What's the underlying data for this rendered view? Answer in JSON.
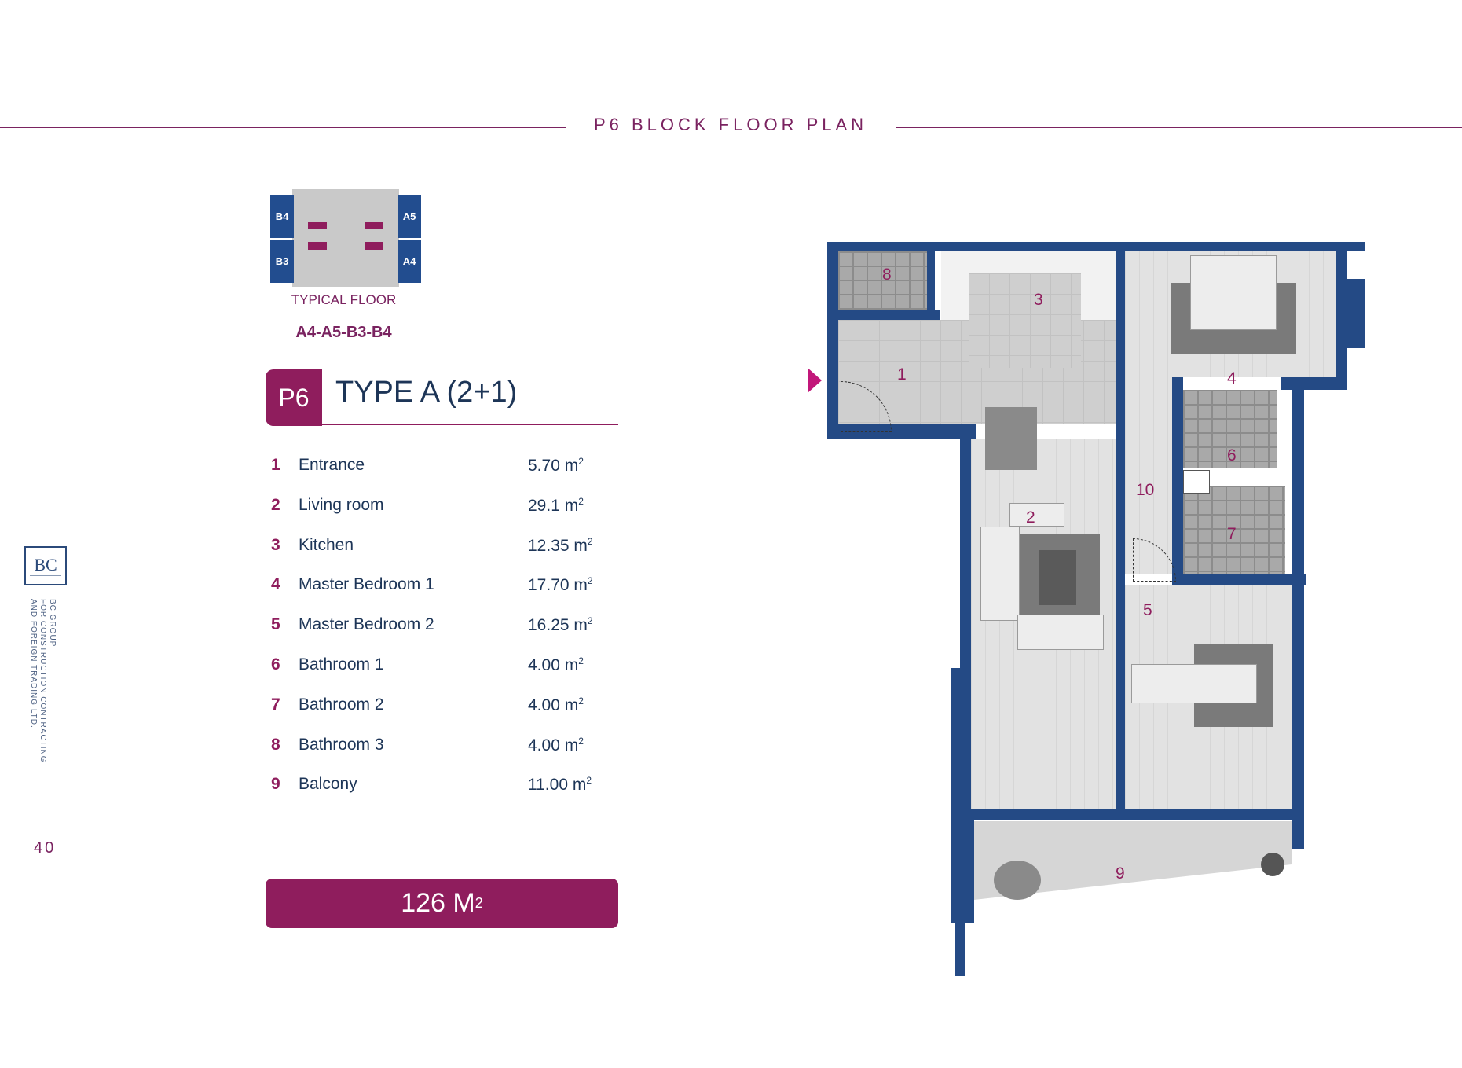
{
  "header": {
    "title": "P6 BLOCK FLOOR PLAN"
  },
  "key_plan": {
    "wings": [
      "B4",
      "A5",
      "B3",
      "A4"
    ],
    "caption": "TYPICAL FLOOR",
    "units": "A4-A5-B3-B4"
  },
  "unit_type": {
    "badge": "P6",
    "title": "TYPE A (2+1)"
  },
  "rooms": [
    {
      "num": "1",
      "name": "Entrance",
      "area": "5.70  m",
      "unit_sup": "2"
    },
    {
      "num": "2",
      "name": "Living room",
      "area": "29.1 m",
      "unit_sup": "2"
    },
    {
      "num": "3",
      "name": "Kitchen",
      "area": "12.35  m",
      "unit_sup": "2"
    },
    {
      "num": "4",
      "name": "Master Bedroom 1",
      "area": "17.70  m",
      "unit_sup": "2"
    },
    {
      "num": "5",
      "name": "Master Bedroom 2",
      "area": "16.25  m",
      "unit_sup": "2"
    },
    {
      "num": "6",
      "name": "Bathroom 1",
      "area": "4.00 m",
      "unit_sup": "2"
    },
    {
      "num": "7",
      "name": "Bathroom 2",
      "area": "4.00 m",
      "unit_sup": "2"
    },
    {
      "num": "8",
      "name": "Bathroom 3",
      "area": "4.00  m",
      "unit_sup": "2"
    },
    {
      "num": "9",
      "name": "Balcony",
      "area": "11.00  m",
      "unit_sup": "2"
    }
  ],
  "total": {
    "value": "126 M",
    "sup": "2"
  },
  "brand": {
    "logo": "BC",
    "line1": "BC GROUP",
    "line2": "FOR CONSTRUCTION CONTRACTING",
    "line3": "AND FOREIGN TRADING LTD."
  },
  "page_number": "40",
  "plan_labels": [
    "1",
    "2",
    "3",
    "4",
    "5",
    "6",
    "7",
    "8",
    "9",
    "10"
  ],
  "colors": {
    "accent": "#8f1d5d",
    "wall": "#244a85",
    "text": "#1d3557"
  }
}
